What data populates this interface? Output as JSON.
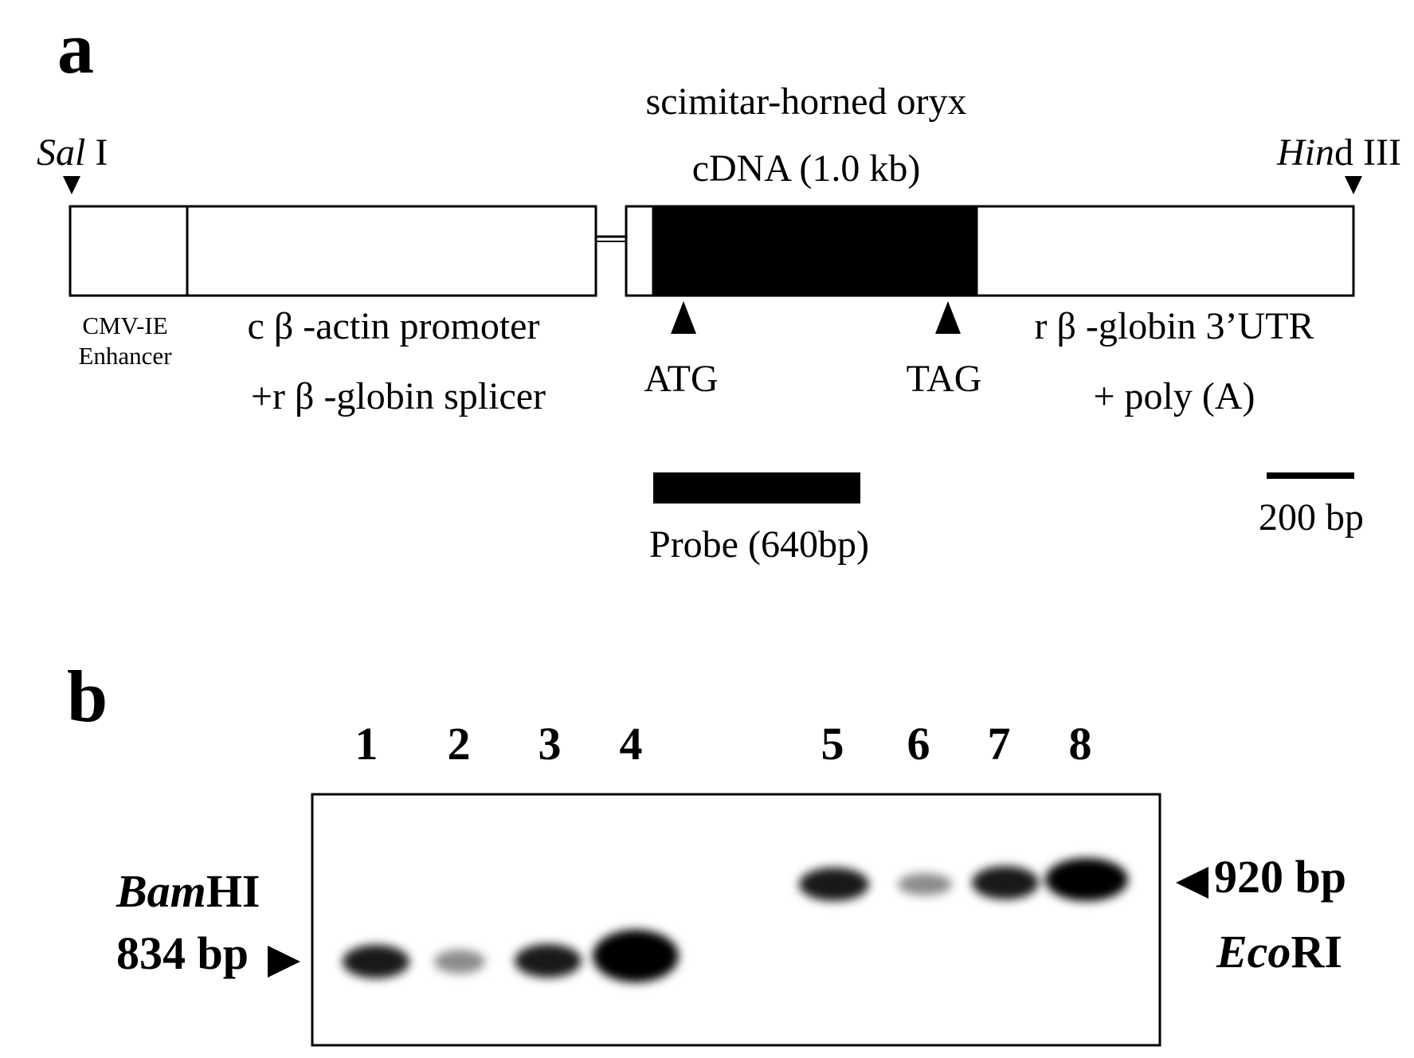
{
  "panel_a": {
    "label": "a",
    "title_line1": "scimitar-horned oryx",
    "title_line2": "cDNA (1.0 kb)",
    "site_left": {
      "italic": "Sal",
      "rest": " I"
    },
    "site_right": {
      "italic": "Hin",
      "rest": "d III"
    },
    "cmv_line1": "CMV-IE",
    "cmv_line2": "Enhancer",
    "promoter_line1": "c β -actin promoter",
    "promoter_line2": "+r β -globin splicer",
    "start_codon": "ATG",
    "stop_codon": "TAG",
    "utr_line1": "r β -globin 3’UTR",
    "utr_line2": "+ poly (A)",
    "probe_label": "Probe (640bp)",
    "scale_label": "200 bp"
  },
  "panel_b": {
    "label": "b",
    "lanes": [
      "1",
      "2",
      "3",
      "4",
      "5",
      "6",
      "7",
      "8"
    ],
    "left_enzyme": {
      "italic": "Bam",
      "rest": "HI"
    },
    "left_size": "834 bp",
    "right_size": "920 bp",
    "right_enzyme": {
      "italic": "Eco",
      "rest": "RI"
    },
    "band_intensity": {
      "lane1": 0.9,
      "lane2": 0.45,
      "lane3": 0.9,
      "lane4": 1.0,
      "lane5": 0.9,
      "lane6": 0.45,
      "lane7": 0.9,
      "lane8": 1.0
    }
  }
}
